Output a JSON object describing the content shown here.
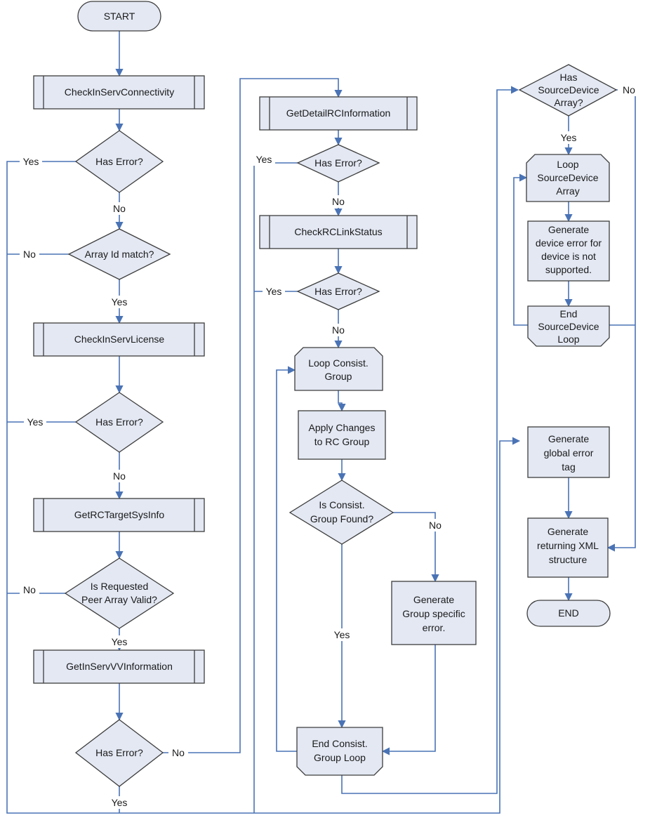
{
  "nodes": {
    "start": "START",
    "check_connectivity": "CheckInServConnectivity",
    "has_error_1": "Has Error?",
    "array_id_match": "Array Id match?",
    "check_license": "CheckInServLicense",
    "has_error_2": "Has Error?",
    "get_rc_target": "GetRCTargetSysInfo",
    "peer_valid": [
      "Is Requested",
      "Peer Array Valid?"
    ],
    "get_vv_info": "GetInServVVInformation",
    "has_error_3": "Has Error?",
    "get_detail_rc": "GetDetailRCInformation",
    "has_error_4": "Has Error?",
    "check_rc_link": "CheckRCLinkStatus",
    "has_error_5": "Has Error?",
    "loop_consist": [
      "Loop Consist.",
      "Group"
    ],
    "apply_changes": [
      "Apply Changes",
      "to RC Group"
    ],
    "consist_found": [
      "Is Consist.",
      "Group Found?"
    ],
    "group_error": [
      "Generate",
      "Group specific",
      "error."
    ],
    "end_consist_loop": [
      "End Consist.",
      "Group Loop"
    ],
    "has_source_array": [
      "Has",
      "SourceDevice",
      "Array?"
    ],
    "loop_source": [
      "Loop",
      "SourceDevice",
      "Array"
    ],
    "device_error": [
      "Generate",
      "device error for",
      "device is not",
      "supported."
    ],
    "end_source_loop": [
      "End",
      "SourceDevice",
      "Loop"
    ],
    "global_error": [
      "Generate",
      "global error",
      "tag"
    ],
    "returning_xml": [
      "Generate",
      "returning XML",
      "structure"
    ],
    "end": "END"
  },
  "edge_labels": {
    "he1_yes": "Yes",
    "he1_no": "No",
    "aim_no": "No",
    "aim_yes": "Yes",
    "he2_yes": "Yes",
    "he2_no": "No",
    "pv_no": "No",
    "pv_yes": "Yes",
    "he3_no": "No",
    "he3_yes": "Yes",
    "he4_yes": "Yes",
    "he4_no": "No",
    "he5_yes": "Yes",
    "he5_no": "No",
    "cf_no": "No",
    "cf_yes": "Yes",
    "hsa_yes": "Yes",
    "hsa_no": "No"
  },
  "colors": {
    "edge": "#4a73b5",
    "fill": "#e3e8f3",
    "outline": "#3d3d3d"
  }
}
